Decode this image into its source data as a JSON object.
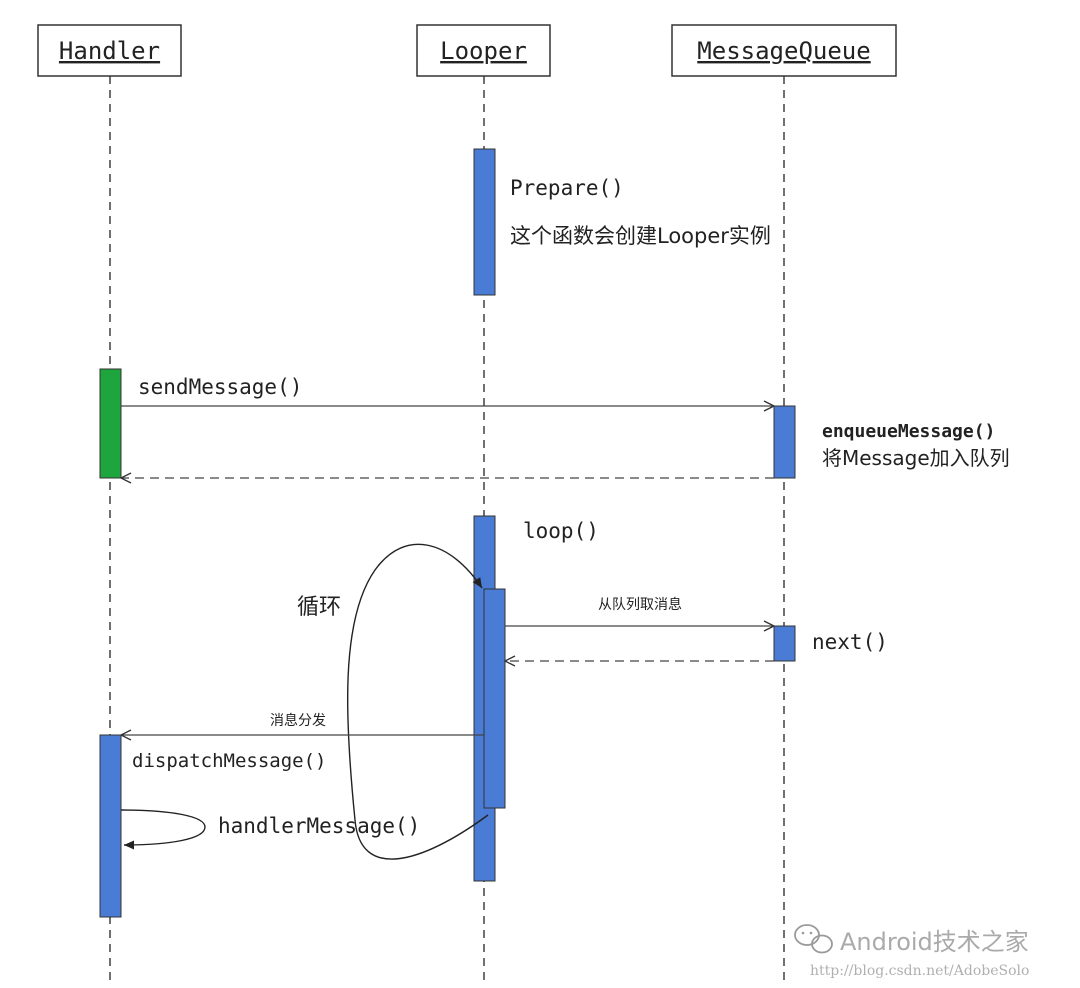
{
  "colors": {
    "activation_blue": "#4a7cd6",
    "activation_green": "#1fa53e",
    "stroke": "#333333"
  },
  "lifelines": {
    "handler": "Handler",
    "looper": "Looper",
    "message_queue": "MessageQueue"
  },
  "labels": {
    "prepare": "Prepare()",
    "prepare_desc": "这个函数会创建Looper实例",
    "send_message": "sendMessage()",
    "enqueue_message": "enqueueMessage()",
    "enqueue_desc": "将Message加入队列",
    "loop": "loop()",
    "loop_cycle": "循环",
    "take_from_queue": "从队列取消息",
    "next": "next()",
    "dispatch_label": "消息分发",
    "dispatch_message": "dispatchMessage()",
    "handler_message": "handlerMessage()"
  },
  "watermark": {
    "brand": "Android技术之家",
    "url": "http://blog.csdn.net/AdobeSolo",
    "icon": "wechat-icon"
  }
}
